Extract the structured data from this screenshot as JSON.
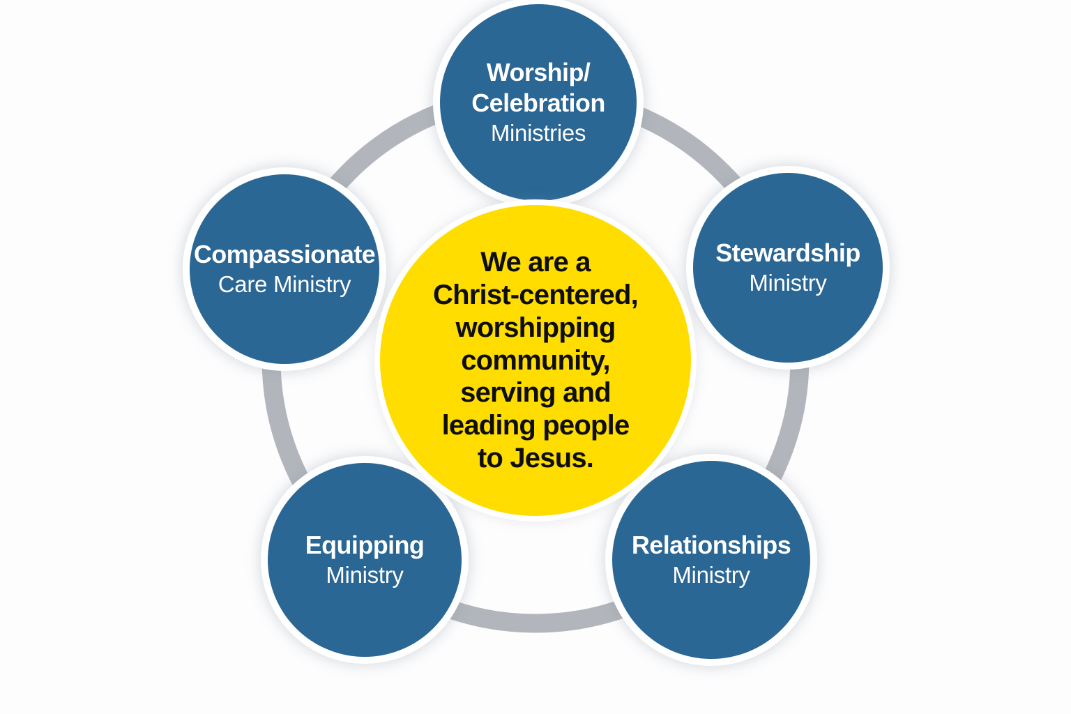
{
  "diagram": {
    "colors": {
      "node_fill": "#2a6795",
      "hub_fill": "#ffdd00",
      "ring_color": "#b2b6bc",
      "node_text": "#ffffff",
      "hub_text": "#0e0e0e",
      "background": "#fdfdfe"
    },
    "hub": {
      "lines": [
        "We are a",
        "Christ-centered,",
        "worshipping",
        "community,",
        "serving and",
        "leading people",
        "to Jesus."
      ]
    },
    "nodes": [
      {
        "id": "worship-celebration",
        "bold_lines": [
          "Worship/",
          "Celebration"
        ],
        "regular_line": "Ministries"
      },
      {
        "id": "stewardship",
        "bold_lines": [
          "Stewardship"
        ],
        "regular_line": "Ministry"
      },
      {
        "id": "relationships",
        "bold_lines": [
          "Relationships"
        ],
        "regular_line": "Ministry"
      },
      {
        "id": "equipping",
        "bold_lines": [
          "Equipping"
        ],
        "regular_line": "Ministry"
      },
      {
        "id": "compassionate-care",
        "bold_lines": [
          "Compassionate"
        ],
        "regular_line": "Care Ministry"
      }
    ]
  }
}
